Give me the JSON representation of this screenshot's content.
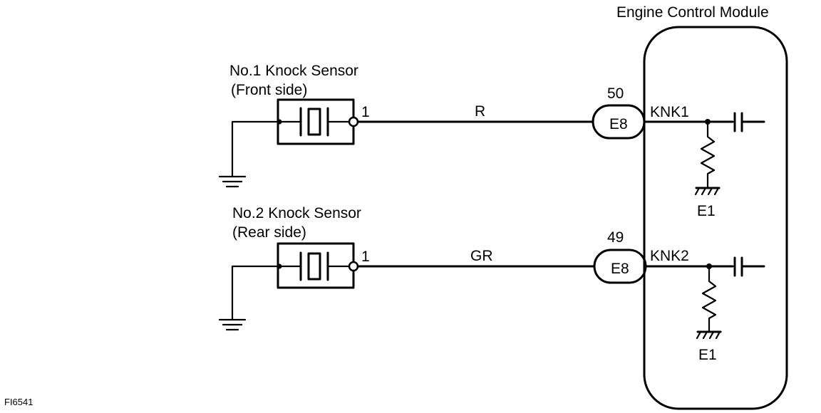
{
  "ecm": {
    "title": "Engine Control Module"
  },
  "sensors": [
    {
      "name": "No.1 Knock Sensor",
      "location": "(Front side)",
      "pin": "1",
      "wire_color": "R",
      "connector": "E8",
      "terminal": "50",
      "signal": "KNK1",
      "ground": "E1"
    },
    {
      "name": "No.2 Knock Sensor",
      "location": "(Rear side)",
      "pin": "1",
      "wire_color": "GR",
      "connector": "E8",
      "terminal": "49",
      "signal": "KNK2",
      "ground": "E1"
    }
  ],
  "figure_id": "FI6541"
}
